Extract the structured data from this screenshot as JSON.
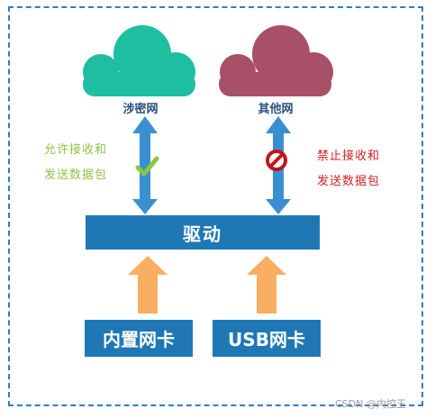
{
  "networks": {
    "classified_label": "涉密网",
    "other_label": "其他网"
  },
  "notes": {
    "allow_line1": "允许接收和",
    "allow_line2": "发送数据包",
    "deny_line1": "禁止接收和",
    "deny_line2": "发送数据包"
  },
  "driver_label": "驱动",
  "cards": {
    "internal_label": "内置网卡",
    "usb_label": "USB网卡"
  },
  "watermark": "CSDN @内控王",
  "colors": {
    "frame_border": "#2f7fb8",
    "cloud_classified": "#1ebea0",
    "cloud_other": "#a85068",
    "connector_arrow": "#3a8fd0",
    "input_arrow": "#f9ae62",
    "box_fill": "#1f78b4",
    "allow_text": "#8fc245",
    "deny_text": "#d31f1f",
    "check_mark": "#8cc63f",
    "block_mark": "#c0151b"
  },
  "icons": {
    "allow": "check-icon",
    "deny": "no-entry-icon"
  }
}
